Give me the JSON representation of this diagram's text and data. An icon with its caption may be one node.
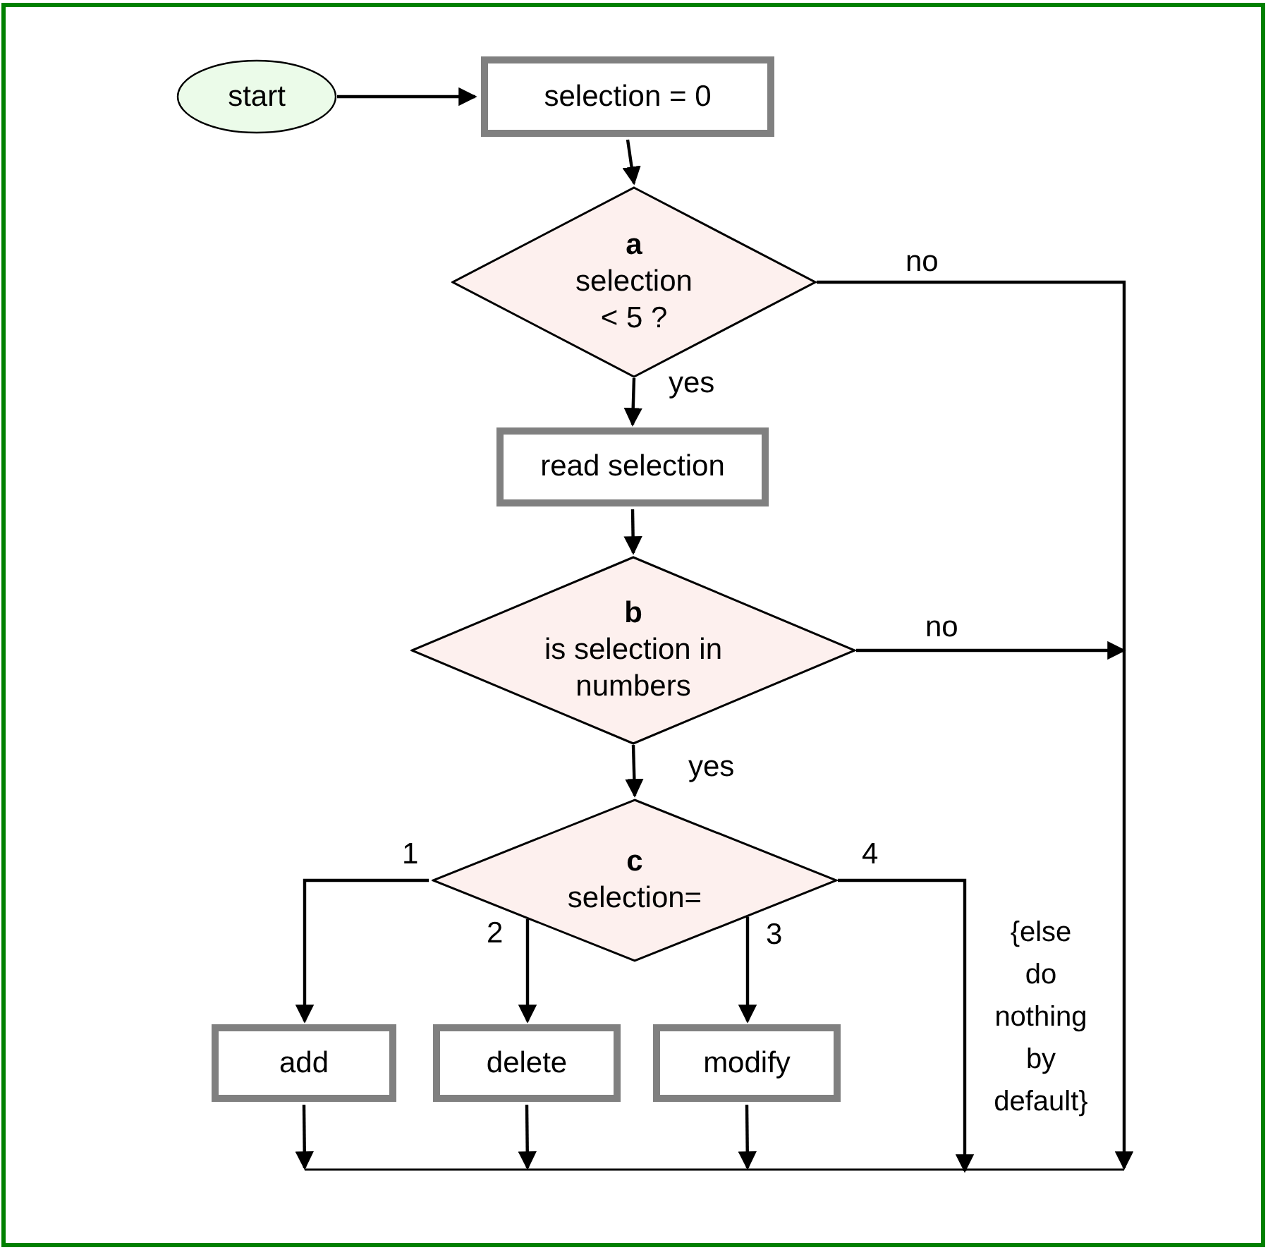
{
  "diagram": {
    "nodes": [
      {
        "text": [
          "start"
        ]
      },
      {
        "text": [
          "selection = 0"
        ]
      },
      {
        "text": [
          "a",
          "selection < 5 ?"
        ]
      },
      {
        "text": [
          "read selection"
        ]
      },
      {
        "text": [
          "b",
          "is selection in numbers"
        ]
      },
      {
        "text": [
          "c",
          "selection="
        ]
      },
      {
        "text": [
          "add"
        ]
      },
      {
        "text": [
          "delete"
        ]
      },
      {
        "text": [
          "modify"
        ]
      }
    ],
    "edges": [
      {
        "from": 0,
        "to": 1,
        "arrow": "to"
      },
      {
        "from": 1,
        "to": 2,
        "arrow": "to"
      },
      {
        "from": 2,
        "to": 3,
        "arrow": "to",
        "label": "yes"
      },
      {
        "from": 3,
        "to": 4,
        "arrow": "to"
      },
      {
        "from": 4,
        "to": 5,
        "arrow": "to",
        "label": "yes"
      },
      {
        "from": 5,
        "to": 6,
        "arrow": "to",
        "label": "1"
      },
      {
        "from": 5,
        "to": 7,
        "arrow": "to",
        "label": "2"
      },
      {
        "from": 5,
        "to": 8,
        "arrow": "to",
        "label": "3"
      },
      {
        "from": 5,
        "to": null,
        "arrow": "to",
        "label": "4"
      },
      {
        "from": 2,
        "to": null,
        "arrow": "to",
        "label": "no"
      },
      {
        "from": 4,
        "to": null,
        "arrow": "to",
        "label": "no"
      },
      {
        "from": 6,
        "to": null,
        "arrow": "to"
      },
      {
        "from": 7,
        "to": null,
        "arrow": "to"
      },
      {
        "from": 8,
        "to": null,
        "arrow": "to"
      }
    ],
    "labels": [
      "{else do nothing by default}"
    ]
  }
}
